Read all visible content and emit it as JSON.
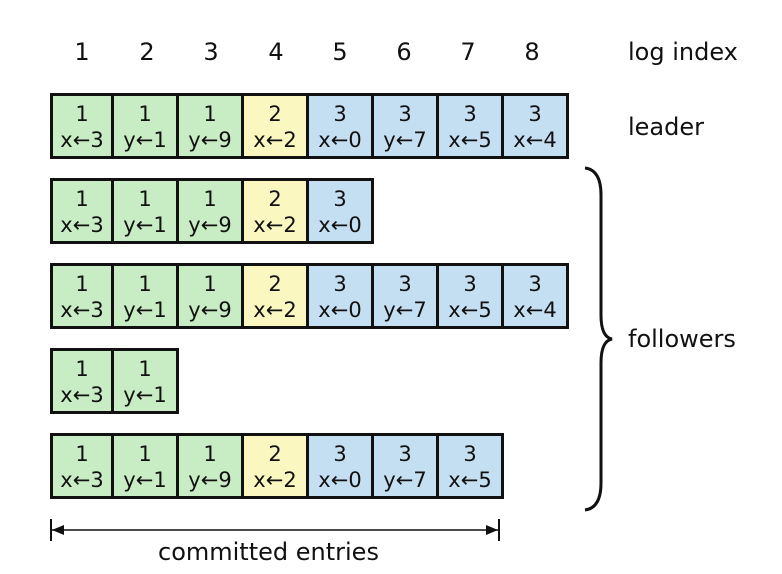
{
  "log_index": {
    "indices": [
      "1",
      "2",
      "3",
      "4",
      "5",
      "6",
      "7",
      "8"
    ],
    "label": "log index"
  },
  "labels": {
    "leader": "leader",
    "followers": "followers",
    "committed": "committed entries"
  },
  "logs": [
    {
      "role": "leader",
      "entries": [
        {
          "term": "1",
          "cmd": "x←3"
        },
        {
          "term": "1",
          "cmd": "y←1"
        },
        {
          "term": "1",
          "cmd": "y←9"
        },
        {
          "term": "2",
          "cmd": "x←2"
        },
        {
          "term": "3",
          "cmd": "x←0"
        },
        {
          "term": "3",
          "cmd": "y←7"
        },
        {
          "term": "3",
          "cmd": "x←5"
        },
        {
          "term": "3",
          "cmd": "x←4"
        }
      ]
    },
    {
      "role": "follower",
      "entries": [
        {
          "term": "1",
          "cmd": "x←3"
        },
        {
          "term": "1",
          "cmd": "y←1"
        },
        {
          "term": "1",
          "cmd": "y←9"
        },
        {
          "term": "2",
          "cmd": "x←2"
        },
        {
          "term": "3",
          "cmd": "x←0"
        }
      ]
    },
    {
      "role": "follower",
      "entries": [
        {
          "term": "1",
          "cmd": "x←3"
        },
        {
          "term": "1",
          "cmd": "y←1"
        },
        {
          "term": "1",
          "cmd": "y←9"
        },
        {
          "term": "2",
          "cmd": "x←2"
        },
        {
          "term": "3",
          "cmd": "x←0"
        },
        {
          "term": "3",
          "cmd": "y←7"
        },
        {
          "term": "3",
          "cmd": "x←5"
        },
        {
          "term": "3",
          "cmd": "x←4"
        }
      ]
    },
    {
      "role": "follower",
      "entries": [
        {
          "term": "1",
          "cmd": "x←3"
        },
        {
          "term": "1",
          "cmd": "y←1"
        }
      ]
    },
    {
      "role": "follower",
      "entries": [
        {
          "term": "1",
          "cmd": "x←3"
        },
        {
          "term": "1",
          "cmd": "y←1"
        },
        {
          "term": "1",
          "cmd": "y←9"
        },
        {
          "term": "2",
          "cmd": "x←2"
        },
        {
          "term": "3",
          "cmd": "x←0"
        },
        {
          "term": "3",
          "cmd": "y←7"
        },
        {
          "term": "3",
          "cmd": "x←5"
        }
      ]
    }
  ],
  "committed_through_index": 7,
  "colors": {
    "term_1": "#c8ecc3",
    "term_2": "#fbf7c1",
    "term_3": "#c5dff2",
    "border": "#111111"
  }
}
